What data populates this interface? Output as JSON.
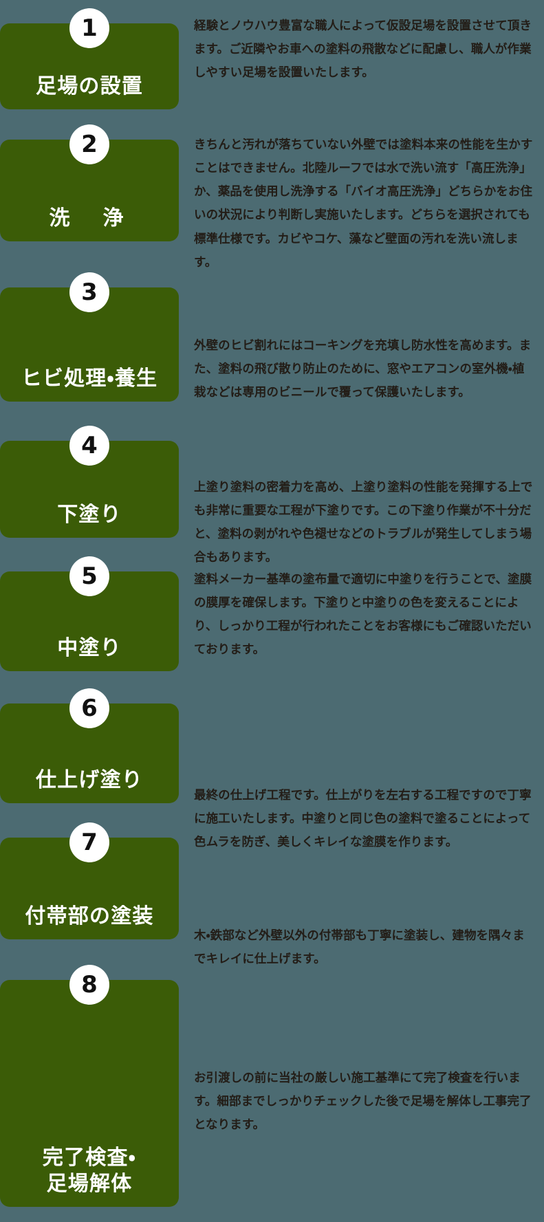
{
  "page": {
    "background_color": "#4c6b72",
    "card_color": "#3b5c07",
    "badge_color": "#ffffff",
    "title_color": "#ffffff",
    "description_color": "#231d17"
  },
  "steps": [
    {
      "number": "1",
      "title": "足場の設置",
      "description": "経験とノウハウ豊富な職人によって仮設足場を設置させて頂きます。ご近隣やお車への塗料の飛散などに配慮し、職人が作業しやすい足場を設置いたします。"
    },
    {
      "number": "2",
      "title": "洗　浄",
      "description": "きちんと汚れが落ちていない外壁では塗料本来の性能を生かすことはできません。北陸ルーフでは水で洗い流す「高圧洗浄」か、薬品を使用し洗浄する「バイオ高圧洗浄」どちらかをお住いの状況により判断し実施いたします。どちらを選択されても標準仕様です。カビやコケ、藻など壁面の汚れを洗い流します。"
    },
    {
      "number": "3",
      "title": "ヒビ処理・養生",
      "description": "外壁のヒビ割れにはコーキングを充填し防水性を高めます。また、塗料の飛び散り防止のために、窓やエアコンの室外機・植栽などは専用のビニールで覆って保護いたします。"
    },
    {
      "number": "4",
      "title": "下塗り",
      "description": "上塗り塗料の密着力を高め、上塗り塗料の性能を発揮する上でも非常に重要な工程が下塗りです。この下塗り作業が不十分だと、塗料の剥がれや色褪せなどのトラブルが発生してしまう場合もあります。"
    },
    {
      "number": "5",
      "title": "中塗り",
      "description": "塗料メーカー基準の塗布量で適切に中塗りを行うことで、塗膜の膜厚を確保します。下塗りと中塗りの色を変えることにより、しっかり工程が行われたことをお客様にもご確認いただいております。"
    },
    {
      "number": "6",
      "title": "仕上げ塗り",
      "description": "最終の仕上げ工程です。仕上がりを左右する工程ですので丁寧に施工いたします。中塗りと同じ色の塗料で塗ることによって色ムラを防ぎ、美しくキレイな塗膜を作ります。"
    },
    {
      "number": "7",
      "title": "付帯部の塗装",
      "description": "木・鉄部など外壁以外の付帯部も丁寧に塗装し、建物を隅々までキレイに仕上げます。"
    },
    {
      "number": "8",
      "title": "完了検査・\n足場解体",
      "description": "お引渡しの前に当社の厳しい施工基準にて完了検査を行います。細部までしっかりチェックした後で足場を解体し工事完了となります。"
    }
  ]
}
